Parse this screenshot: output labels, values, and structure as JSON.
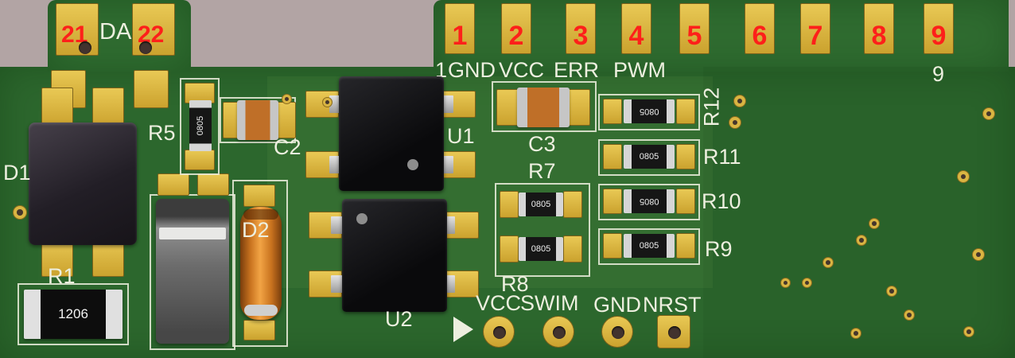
{
  "viewer": {
    "background_color": "#b2a4a4"
  },
  "board": {
    "color": "#2c672d",
    "pad_color": "#d9b542",
    "silk_color": "#edefdf",
    "pin_number_color": "#fd201a"
  },
  "left_tab": {
    "silk_label": "DA",
    "pads": [
      {
        "number": "21"
      },
      {
        "number": "22"
      }
    ]
  },
  "edge_pins": [
    {
      "number": "1"
    },
    {
      "number": "2"
    },
    {
      "number": "3"
    },
    {
      "number": "4"
    },
    {
      "number": "5"
    },
    {
      "number": "6"
    },
    {
      "number": "7"
    },
    {
      "number": "8"
    },
    {
      "number": "9"
    }
  ],
  "top_silk": {
    "pin1": "1",
    "labels": [
      "GND",
      "VCC",
      "ERR",
      "PWM"
    ],
    "pin9": "9"
  },
  "components": {
    "d1": {
      "ref": "D1"
    },
    "r1": {
      "ref": "R1",
      "marking": "1206"
    },
    "r5": {
      "ref": "R5",
      "marking": "0805"
    },
    "c2": {
      "ref": "C2"
    },
    "d2": {
      "ref": "D2"
    },
    "u1": {
      "ref": "U1"
    },
    "u2": {
      "ref": "U2"
    },
    "c3": {
      "ref": "C3"
    },
    "r7": {
      "ref": "R7",
      "marking": "0805"
    },
    "r8": {
      "ref": "R8",
      "marking": "0805"
    },
    "r9": {
      "ref": "R9",
      "marking": "0805"
    },
    "r10": {
      "ref": "R10",
      "marking": "0805"
    },
    "r11": {
      "ref": "R11",
      "marking": "0805"
    },
    "r12": {
      "ref": "R12",
      "marking": "0805"
    }
  },
  "programming_header": {
    "labels": [
      "VCC",
      "SWIM",
      "GND",
      "NRST"
    ]
  }
}
